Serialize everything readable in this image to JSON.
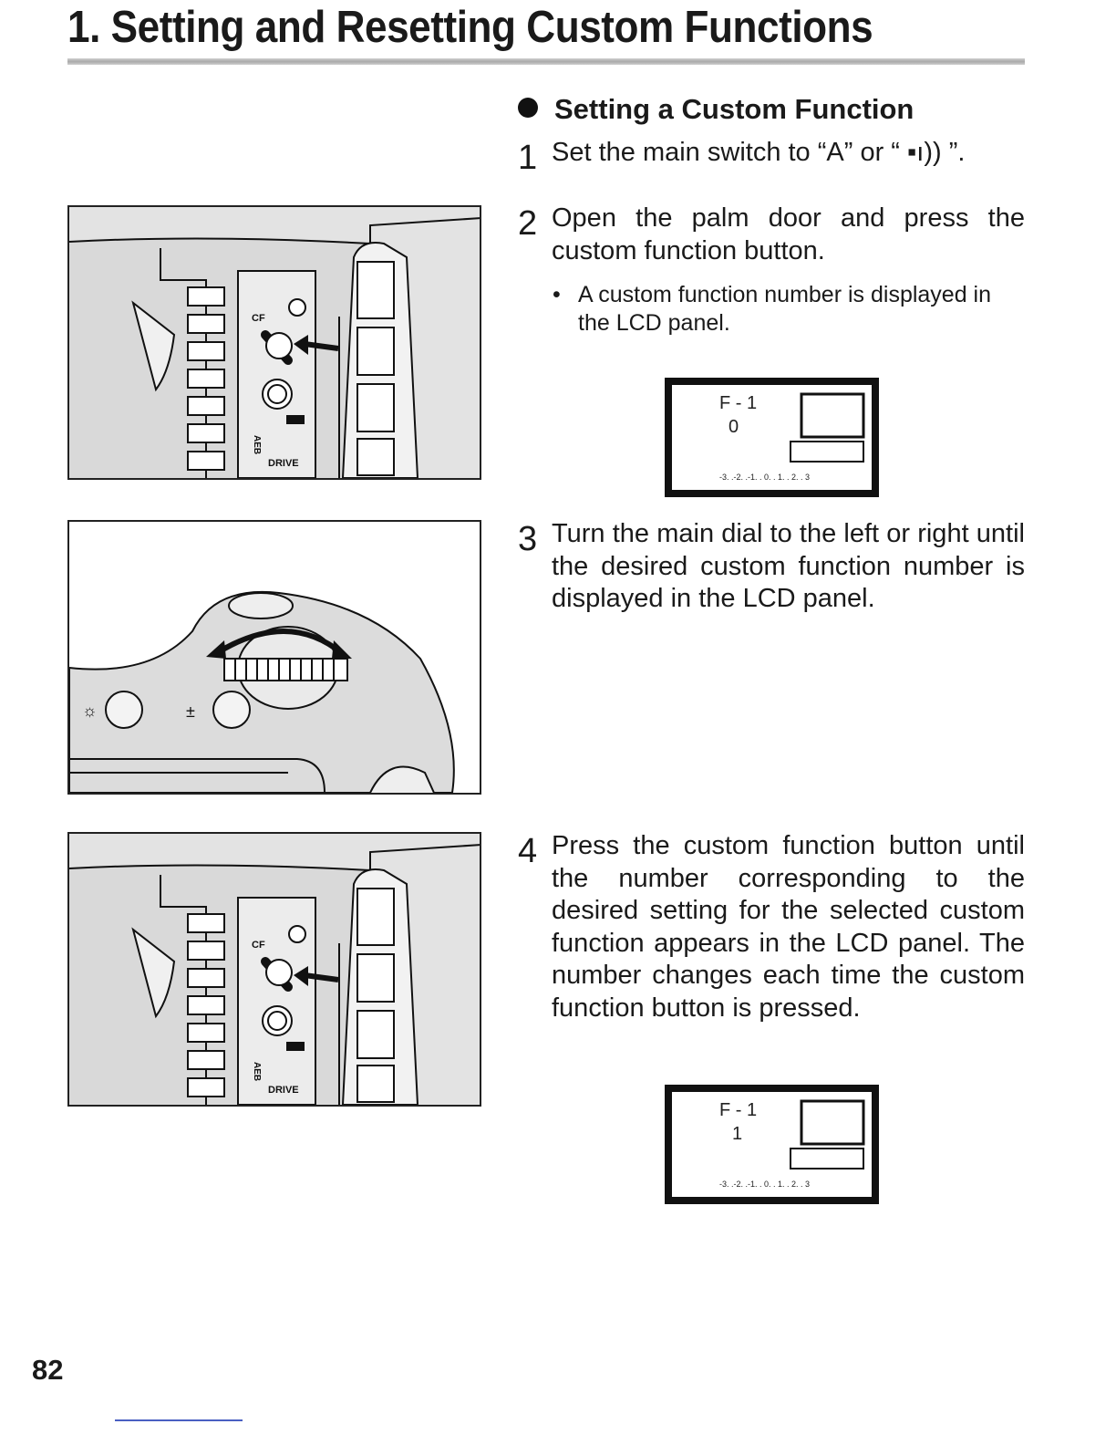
{
  "page": {
    "title": "1. Setting and Resetting Custom Functions",
    "section_heading": "Setting a Custom Function",
    "page_number": "82"
  },
  "steps": [
    {
      "number": "1",
      "text": "Set the main switch to “A” or “ ▪ı)) ”."
    },
    {
      "number": "2",
      "text": "Open the palm door and press the custom function button."
    },
    {
      "number": "3",
      "text": "Turn the main dial to the left or right until the desired custom function number is displayed in the LCD panel."
    },
    {
      "number": "4",
      "text": "Press the custom function button until the number corresponding to the desired setting for the selected custom function appears in the LCD panel. The number changes each time the custom function button is pressed."
    }
  ],
  "notes": {
    "step2": "A custom function number is displayed in the LCD panel."
  },
  "figure_labels": {
    "cf": "CF",
    "aeb": "AEB",
    "drive": "DRIVE"
  },
  "lcd_panels": [
    {
      "function_number": "F - 1",
      "setting": "0",
      "exposure_scale": "-3. .-2. .-1. . 0. . 1. . 2. . 3"
    },
    {
      "function_number": "F - 1",
      "setting": "1",
      "exposure_scale": "-3. .-2. .-1. . 0. . 1. . 2. . 3"
    }
  ]
}
